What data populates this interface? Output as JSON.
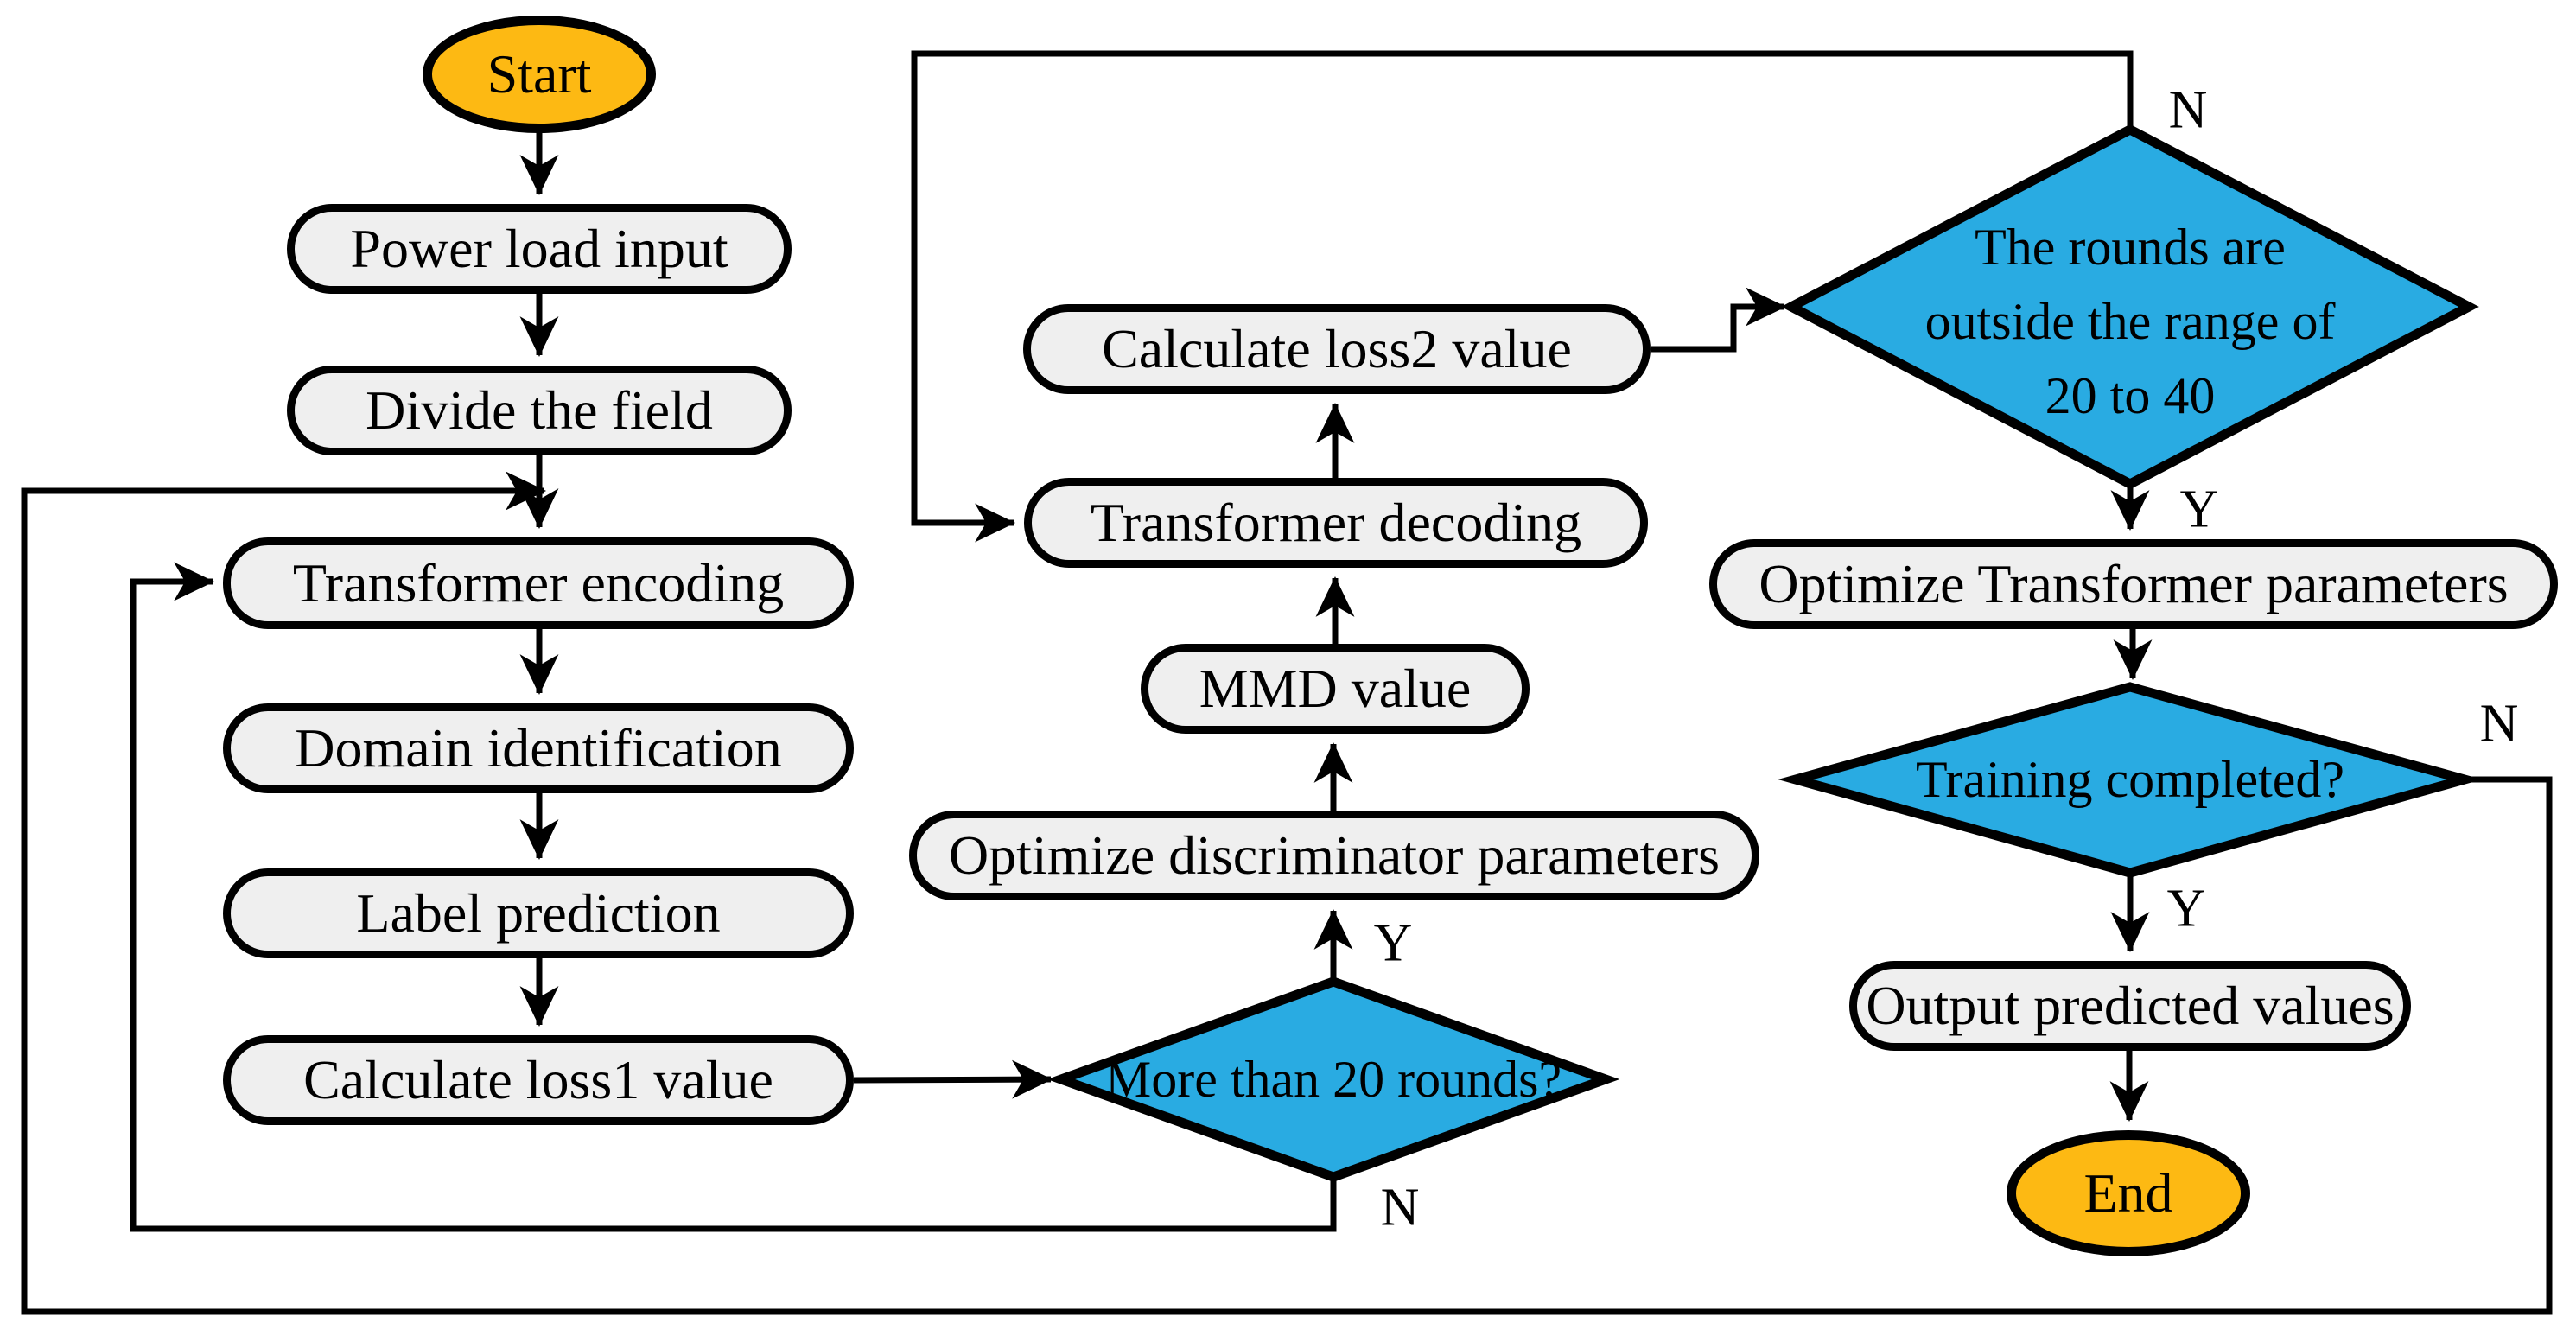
{
  "figure": {
    "type": "flowchart",
    "colors": {
      "terminal_fill": "#FDB913",
      "process_fill": "#EFEFEF",
      "decision_fill": "#29ABE2",
      "line": "#000000",
      "background": "#FFFFFF"
    },
    "nodes": {
      "start": "Start",
      "power_load_input": "Power load input",
      "divide_the_field": "Divide the field",
      "transformer_encoding": "Transformer encoding",
      "domain_identification": "Domain identification",
      "label_prediction": "Label prediction",
      "calculate_loss1": "Calculate loss1 value",
      "more_than_20_rounds": "More than 20 rounds?",
      "optimize_discriminator": "Optimize discriminator parameters",
      "mmd_value": "MMD value",
      "transformer_decoding": "Transformer decoding",
      "calculate_loss2": "Calculate loss2 value",
      "rounds_outside_line1": "The rounds are",
      "rounds_outside_line2": "outside the range of",
      "rounds_outside_line3": "20 to 40",
      "optimize_transformer": "Optimize Transformer parameters",
      "training_completed": "Training completed?",
      "output_predicted_values": "Output predicted values",
      "end": "End"
    },
    "branch_labels": {
      "more_than_20_yes": "Y",
      "more_than_20_no": "N",
      "rounds_outside_yes": "Y",
      "rounds_outside_no": "N",
      "training_completed_yes": "Y",
      "training_completed_no": "N"
    }
  }
}
